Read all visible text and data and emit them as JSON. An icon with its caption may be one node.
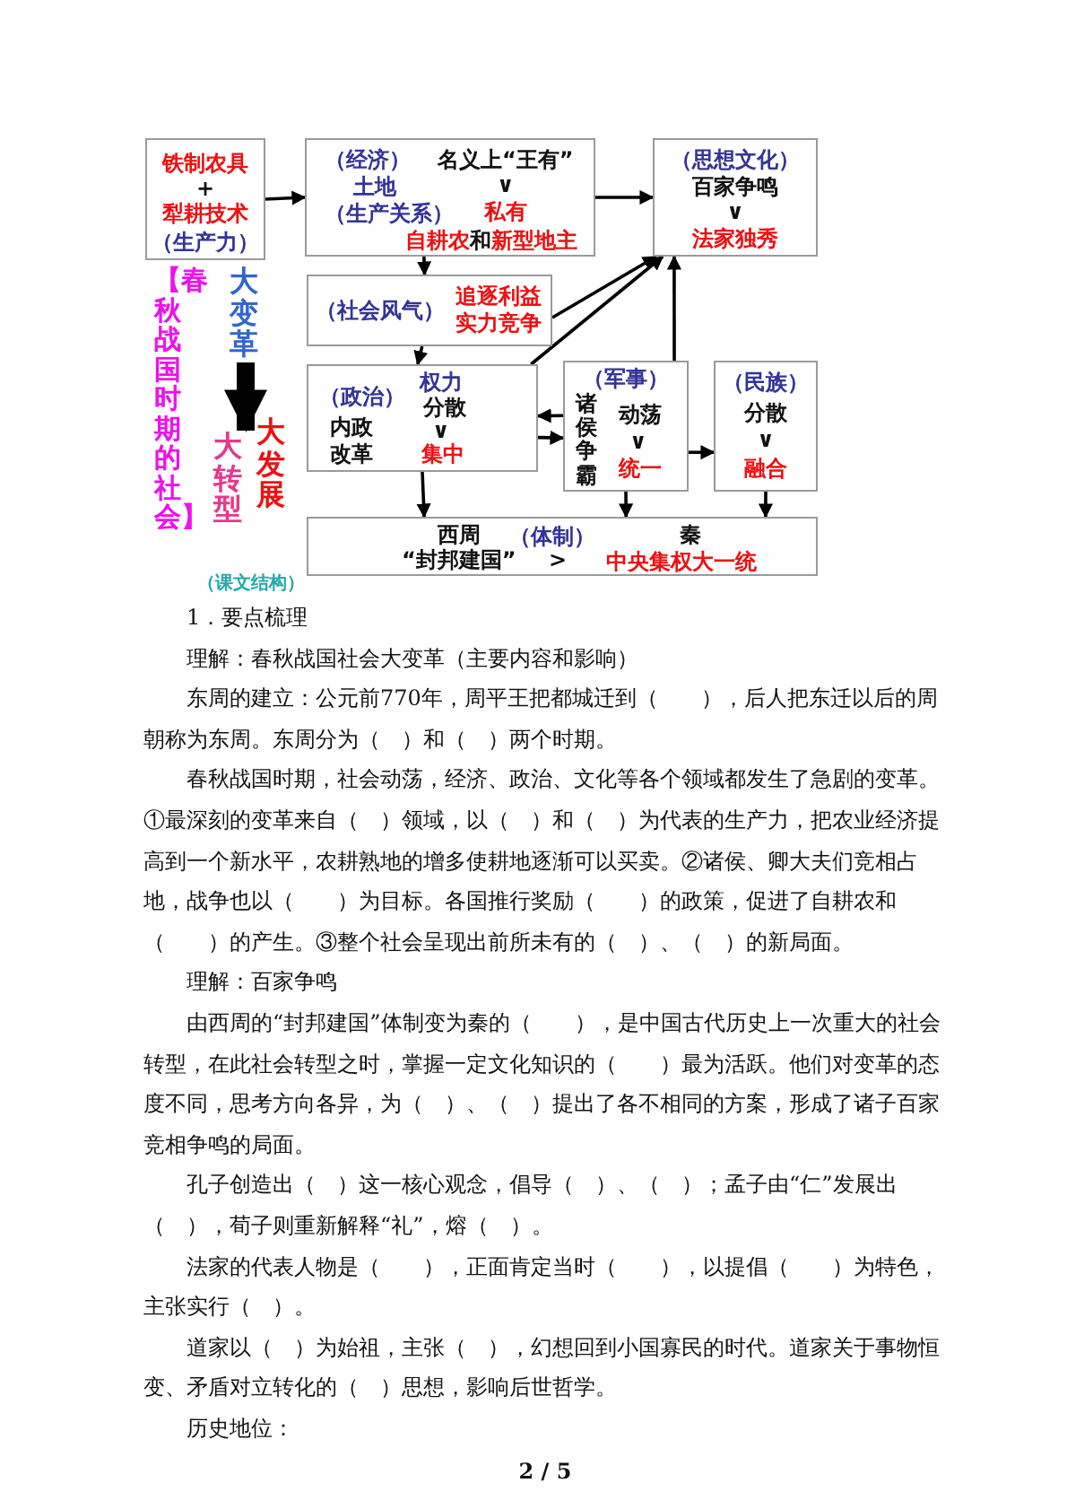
{
  "diagram": {
    "nodes": [
      {
        "text": [
          "铁制农具",
          "+",
          "犁耕技术",
          "（生产力）"
        ]
      },
      {
        "text": [
          "（经济）",
          "土地",
          "（生产关系）",
          "名义上“王有”",
          "∨",
          "私有",
          "自耕农",
          "和",
          "新型地主"
        ]
      },
      {
        "text": [
          "（思想文化）",
          "百家争鸣",
          "∨",
          "法家独秀"
        ]
      },
      {
        "text": [
          "（社会风气）",
          "追逐利益实力竞争"
        ]
      },
      {
        "text": [
          "（政治）",
          "内政改革",
          "权力",
          "分散",
          "∨",
          "集中"
        ]
      },
      {
        "text": [
          "（军事）",
          "诸侯争霸",
          "动荡",
          "∨",
          "统一"
        ]
      },
      {
        "text": [
          "（民族）",
          "分散",
          "∨",
          "融合"
        ]
      },
      {
        "text": [
          "西周",
          "“封邦建国”",
          "（体制）",
          ">",
          "秦",
          "中央集权大一统"
        ]
      },
      {
        "text": [
          "大变革"
        ]
      },
      {
        "text": [
          "大转型"
        ]
      }
    ],
    "edges": [
      {
        "from": 0,
        "to": 1,
        "arrow": "to"
      },
      {
        "from": 1,
        "to": 2,
        "arrow": "to"
      },
      {
        "from": 1,
        "to": 3,
        "arrow": "to"
      },
      {
        "from": 3,
        "to": 2,
        "arrow": "to"
      },
      {
        "from": 4,
        "to": 2,
        "arrow": "to"
      },
      {
        "from": 5,
        "to": 2,
        "arrow": "to"
      },
      {
        "from": 3,
        "to": 4,
        "arrow": "to"
      },
      {
        "from": 5,
        "to": 4,
        "arrow": "to"
      },
      {
        "from": 4,
        "to": 5,
        "arrow": "to"
      },
      {
        "from": 5,
        "to": 6,
        "arrow": "to"
      },
      {
        "from": 4,
        "to": 7,
        "arrow": "to"
      },
      {
        "from": 5,
        "to": 7,
        "arrow": "to"
      },
      {
        "from": 6,
        "to": 7,
        "arrow": "to"
      },
      {
        "from": 8,
        "to": 9,
        "arrow": "to",
        "style": "thick"
      }
    ],
    "labels": [
      "【春秋战国时期的社会】",
      "大发展",
      "（课文结构）",
      "1．要点梳理",
      "理解：春秋战国社会大变革（主要内容和影响）",
      "东周的建立：公元前770年，周平王把都城迁到（　　），后人把东迁以后的周朝称为东周。东周分为（　）和（　）两个时期。",
      "春秋战国时期，社会动荡，经济、政治、文化等各个领域都发生了急剧的变革。①最深刻的变革来自（　）领域，以（　）和（　）为代表的生产力，把农业经济提高到一个新水平，农耕熟地的增多使耕地逐渐可以买卖。②诸侯、卿大夫们竞相占地，战争也以（　　）为目标。各国推行奖励（　　）的政策，促进了自耕农和（　　）的产生。③整个社会呈现出前所未有的（　）、（　）的新局面。",
      "理解：百家争鸣",
      "由西周的“封邦建国”体制变为秦的（　　），是中国古代历史上一次重大的社会转型，在此社会转型之时，掌握一定文化知识的（　　）最为活跃。他们对变革的态度不同，思考方向各异，为（　）、（　）提出了各不相同的方案，形成了诸子百家竞相争鸣的局面。",
      "孔子创造出（　）这一核心观念，倡导（　）、（　）；孟子由“仁”发展出（　），荀子则重新解释“礼”，熔（　）。",
      "法家的代表人物是（　　），正面肯定当时（　　），以提倡（　　）为特色，主张实行（　）。",
      "道家以（　）为始祖，主张（　），幻想回到小国寡民的时代。道家关于事物恒变、矛盾对立转化的（　）思想，影响后世哲学。",
      "历史地位：",
      "2 / 5"
    ]
  }
}
